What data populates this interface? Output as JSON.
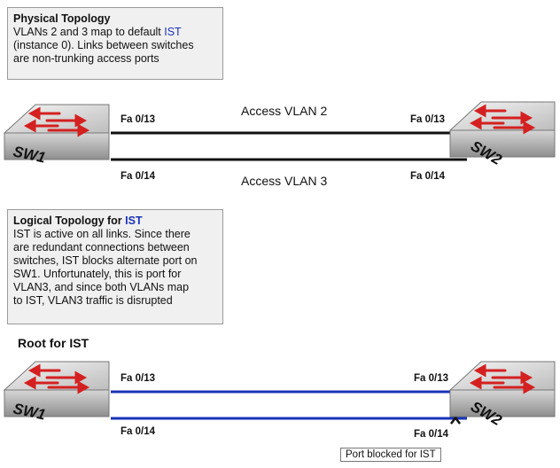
{
  "physical_box": {
    "title": "Physical Topology",
    "line1_pre": "VLANs 2 and 3 map to default ",
    "line1_hl": "IST",
    "line2": "(instance 0). Links between switches",
    "line3": "are non-trunking access ports"
  },
  "logical_box": {
    "title_pre": "Logical Topology for ",
    "title_hl": "IST",
    "lines": [
      "IST is active on all links. Since there",
      "are redundant connections between",
      "switches, IST blocks alternate port on",
      "SW1. Unfortunately, this is port for",
      "VLAN3, and since both VLANs map",
      "to IST, VLAN3 traffic is disrupted"
    ]
  },
  "top_diagram": {
    "sw_left": "SW1",
    "sw_right": "SW2",
    "port_left_top": "Fa 0/13",
    "port_left_bottom": "Fa 0/14",
    "port_right_top": "Fa 0/13",
    "port_right_bottom": "Fa 0/14",
    "vlan_top": "Access VLAN 2",
    "vlan_bottom": "Access VLAN 3"
  },
  "bottom_diagram": {
    "root_label": "Root for IST",
    "sw_left": "SW1",
    "sw_right": "SW2",
    "port_left_top": "Fa 0/13",
    "port_left_bottom": "Fa 0/14",
    "port_right_top": "Fa 0/13",
    "port_right_bottom": "Fa 0/14",
    "blocked_label": "Port blocked for IST"
  },
  "colors": {
    "ist_blue": "#1a33b8",
    "link_black": "#111111",
    "switch_red": "#d42020"
  }
}
